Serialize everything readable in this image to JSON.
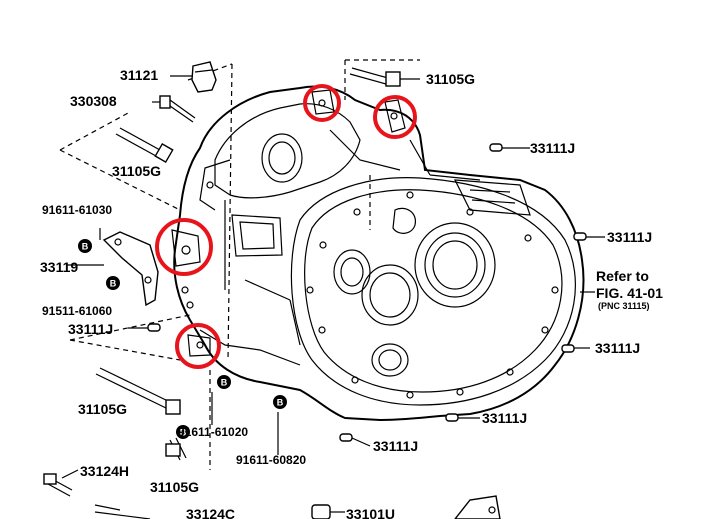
{
  "parts": {
    "p31121": "31121",
    "p33030b": "330308",
    "p31105g_top": "31105G",
    "p31105g_left": "31105G",
    "p91611_61030": "91611-61030",
    "p33119": "33119",
    "p91511_61060": "91511-61060",
    "p33111j_left": "33111J",
    "p31105g_low": "31105G",
    "p91611_61020": "91611-61020",
    "p91611_60820": "91611-60820",
    "p31105g_bottom": "31105G",
    "p33124h": "33124H",
    "p33111j_tr": "33111J",
    "p33111j_r1": "33111J",
    "p33111j_r2": "33111J",
    "p33111j_br": "33111J",
    "p33111j_b": "33111J",
    "p33101": "33101U",
    "p33124c": "33124C"
  },
  "refer": {
    "line1": "Refer to",
    "line2": "FIG. 41-01",
    "line3": "(PNC 31115)"
  },
  "badges": {
    "b": "B"
  },
  "highlight_color": "#e8141c"
}
